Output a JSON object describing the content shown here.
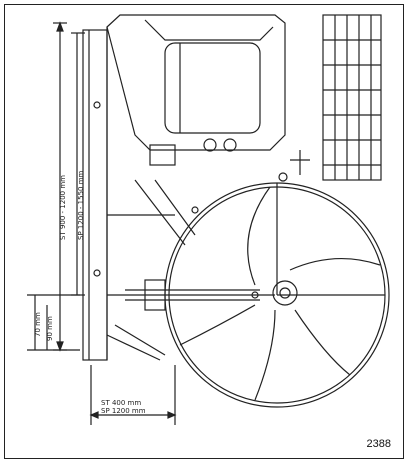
{
  "figure": {
    "number": "2388",
    "line_color": "#222222"
  },
  "dimensions": {
    "overall_height_std": "ST 900 - 1200 mm",
    "overall_height_sp": "SP 1200 - 1550 mm",
    "shaft_clearance_1": "70 mm",
    "shaft_clearance_2": "90 mm",
    "base_width_st": "ST 400 mm",
    "base_width_sp": "SP 1200 mm"
  }
}
